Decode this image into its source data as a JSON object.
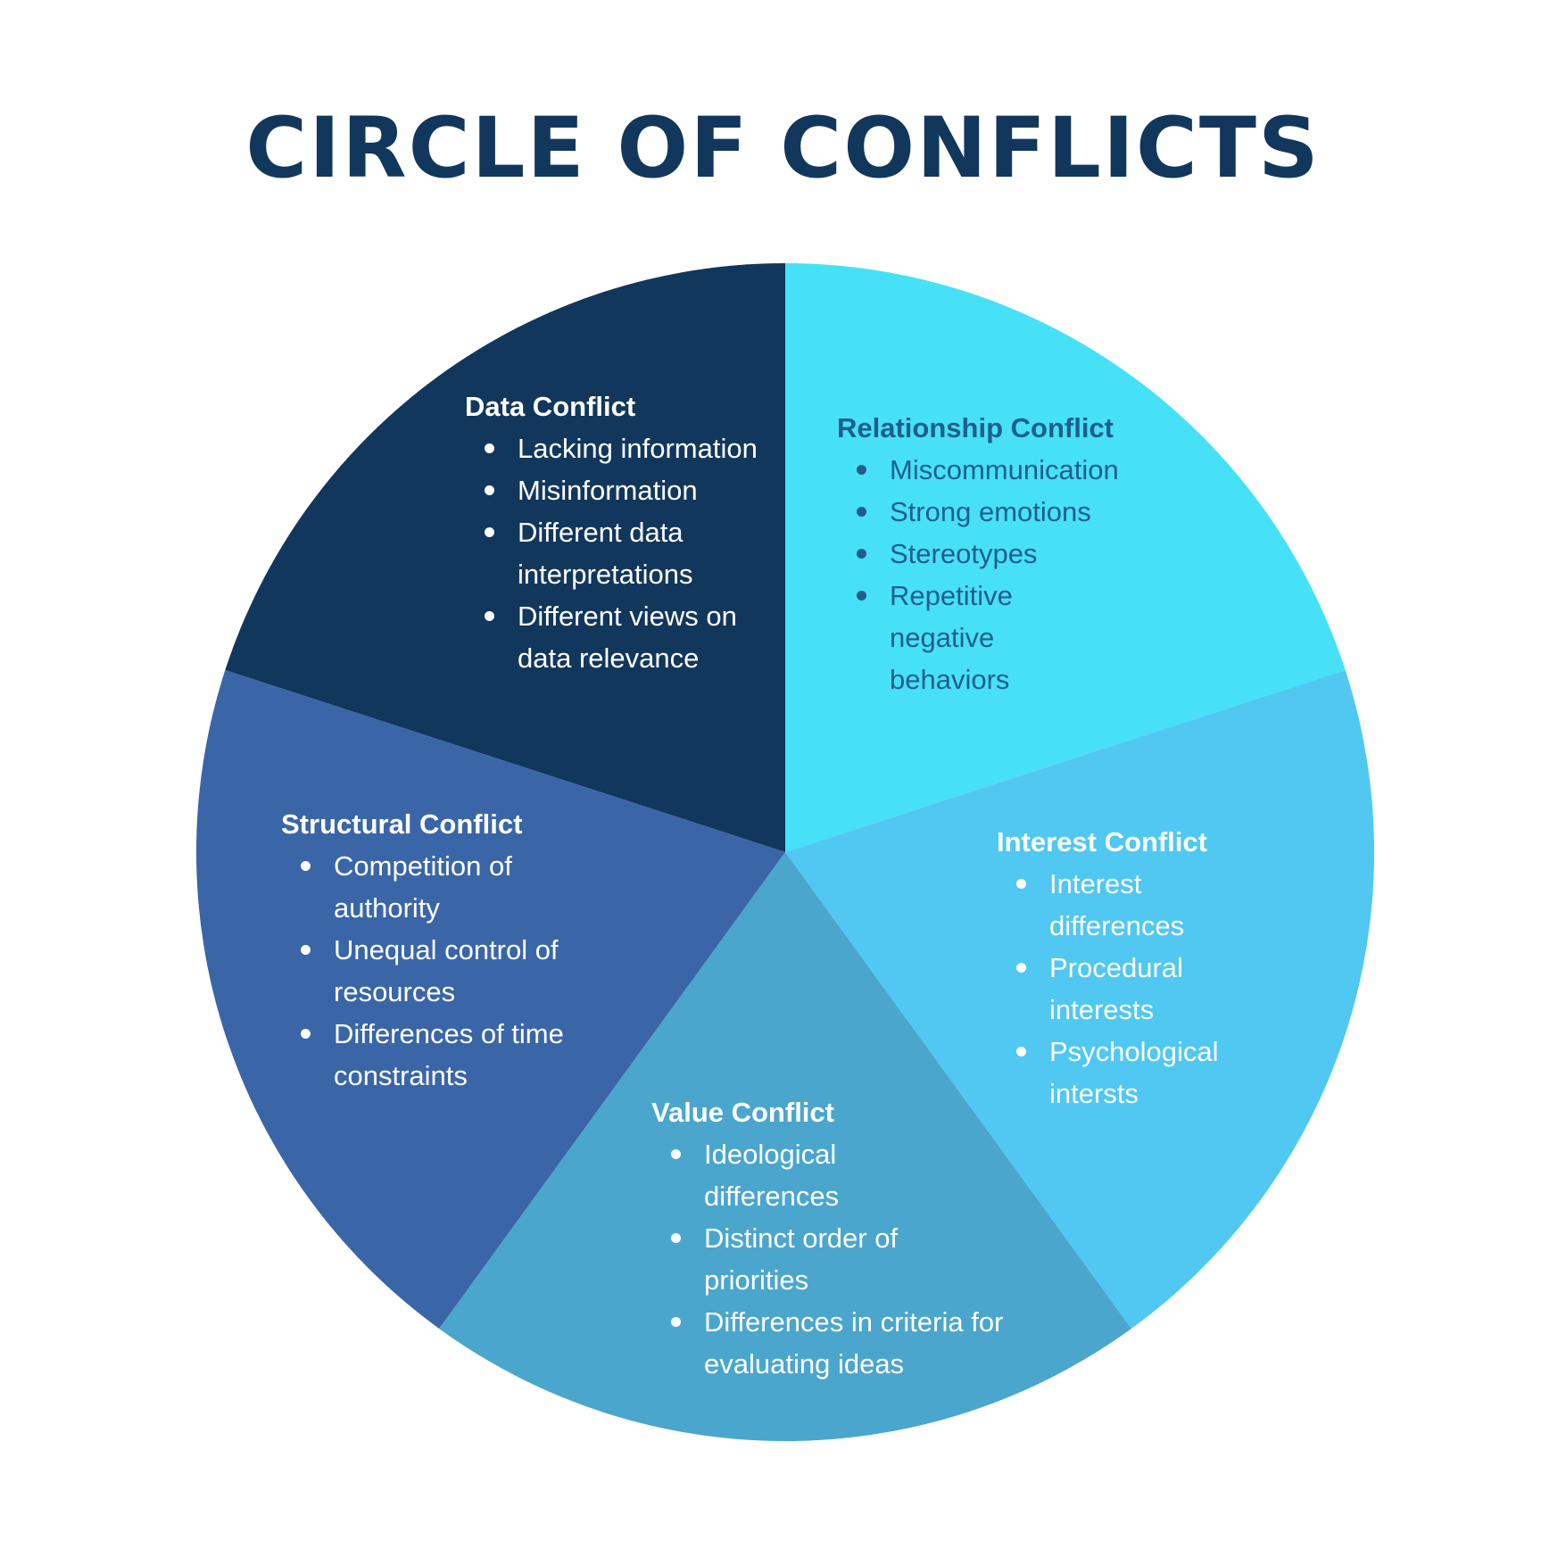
{
  "title": "CIRCLE OF CONFLICTS",
  "colors": {
    "title": "#12375c",
    "data": "#12375c",
    "relationship": "#46e1f7",
    "interest": "#50c8f1",
    "value": "#4aa6cc",
    "structural": "#3a66a8",
    "light_text": "#ffffff",
    "dark_text": "#1f5e8c"
  },
  "segments": [
    {
      "key": "data",
      "title": "Data Conflict",
      "items": [
        "Lacking information",
        "Misinformation",
        "Different data interpretations",
        "Different views on data relevance"
      ]
    },
    {
      "key": "relationship",
      "title": "Relationship Conflict",
      "items": [
        "Miscommunication",
        "Strong emotions",
        "Stereotypes",
        "Repetitive negative behaviors"
      ]
    },
    {
      "key": "interest",
      "title": "Interest Conflict",
      "items": [
        "Interest differences",
        "Procedural interests",
        "Psychological intersts"
      ]
    },
    {
      "key": "value",
      "title": "Value Conflict",
      "items": [
        "Ideological differences",
        "Distinct order of priorities",
        "Differences in criteria for evaluating ideas"
      ]
    },
    {
      "key": "structural",
      "title": "Structural Conflict",
      "items": [
        "Competition of authority",
        "Unequal control of resources",
        "Differences of time constraints"
      ]
    }
  ]
}
